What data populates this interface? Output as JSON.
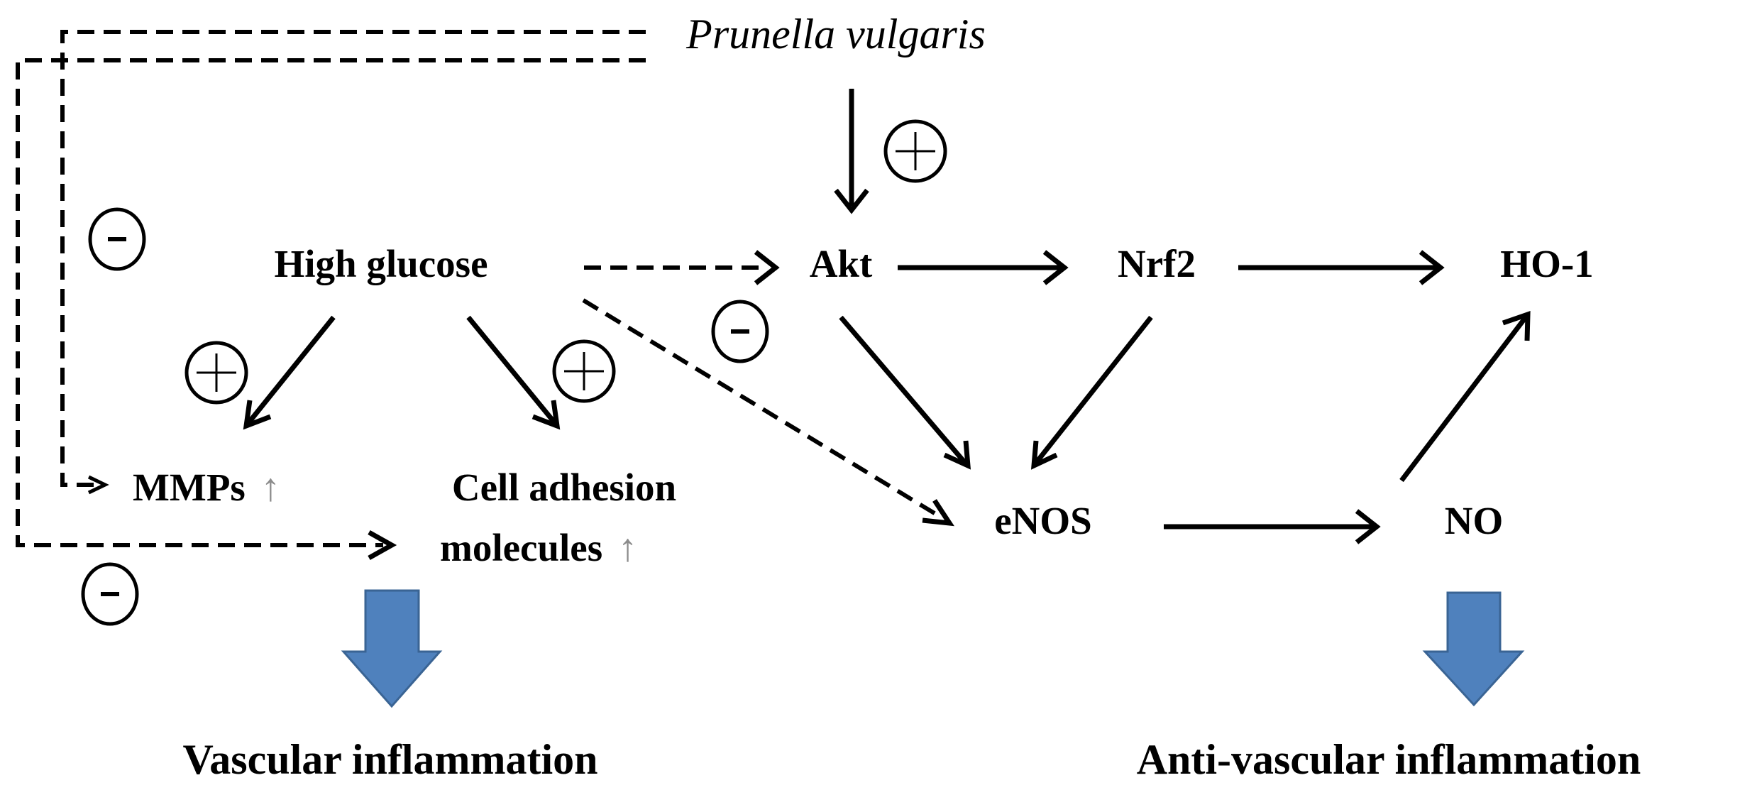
{
  "nodes": {
    "prunella": "Prunella vulgaris",
    "high_glucose": "High glucose",
    "akt": "Akt",
    "nrf2": "Nrf2",
    "ho1": "HO-1",
    "mmps": "MMPs",
    "cell_adhesion_line1": "Cell adhesion",
    "cell_adhesion_line2": "molecules",
    "enos": "eNOS",
    "no": "NO",
    "up_arrow": "↑"
  },
  "outcomes": {
    "left": "Vascular inflammation",
    "right": "Anti-vascular inflammation"
  },
  "colors": {
    "block_arrow": "#4f81bd",
    "line": "#000000",
    "up_arrow": "#8c8c8c"
  }
}
